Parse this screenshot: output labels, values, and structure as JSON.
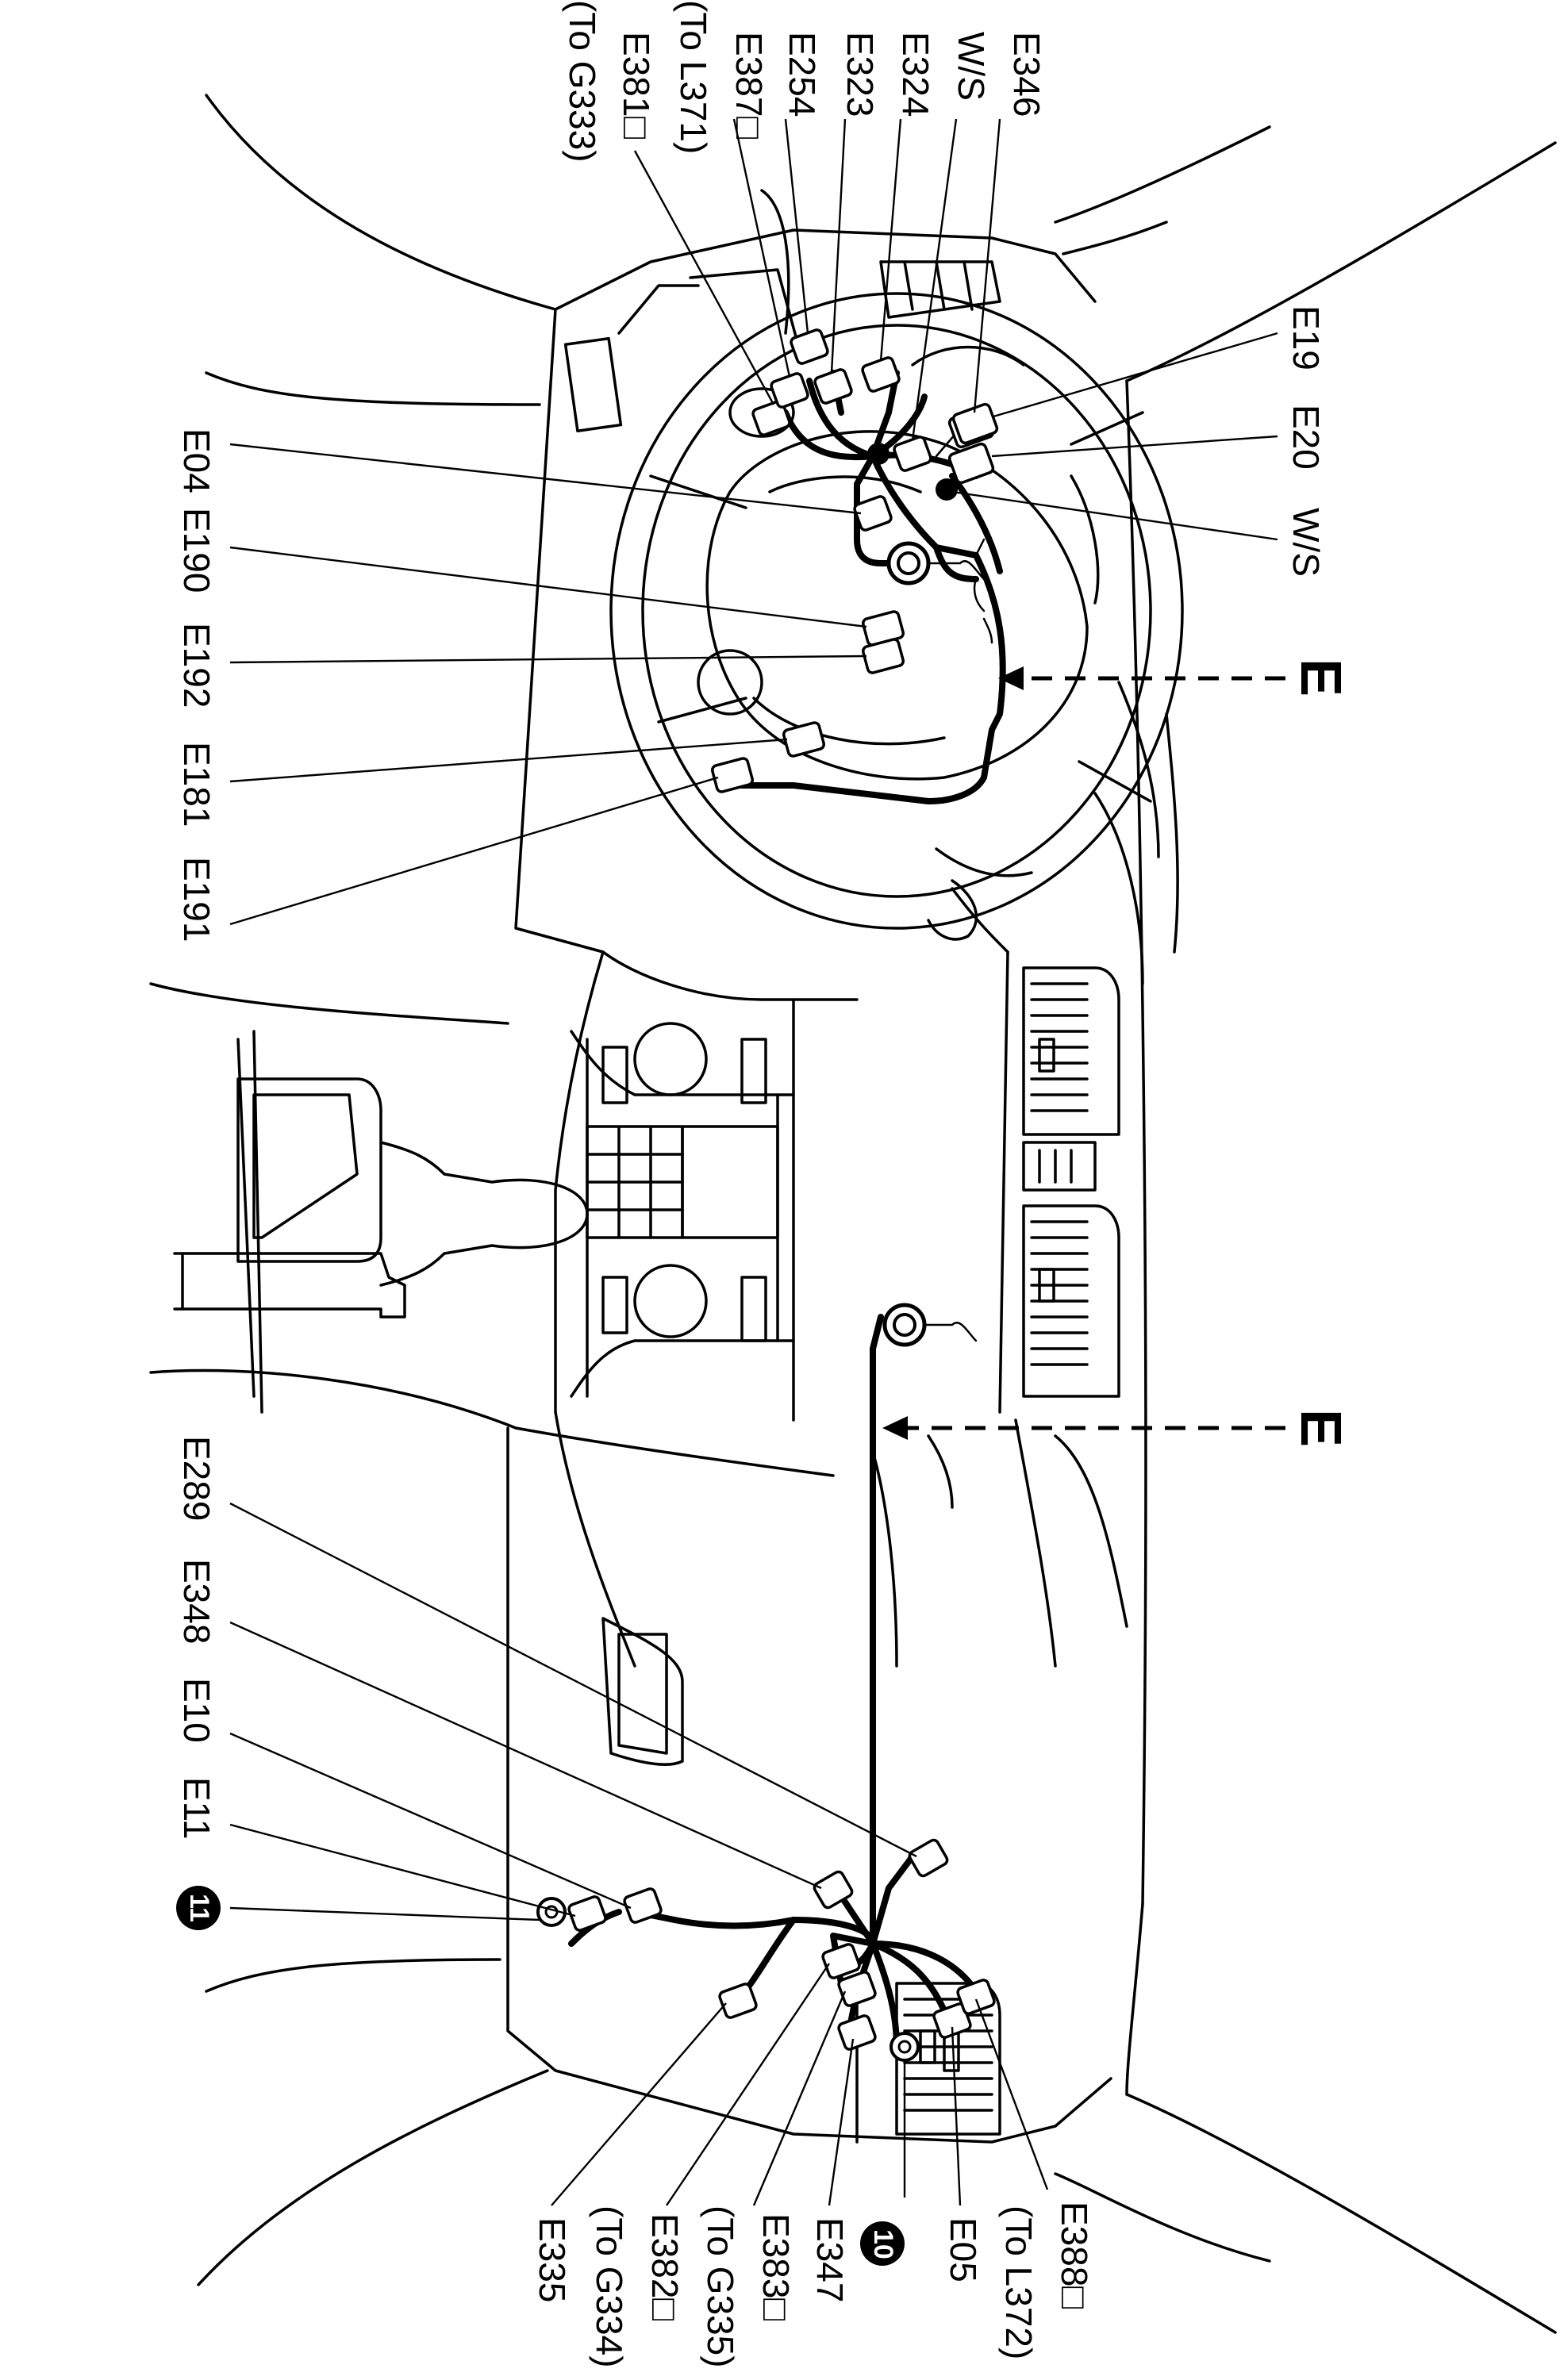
{
  "arrow_label": "E",
  "labels_top": {
    "E346": "E346",
    "WS1": "W/S",
    "E324": "E324",
    "E323": "E323",
    "E254": "E254",
    "E387": "E387□",
    "E387_to": "(To L371)",
    "E381": "E381□",
    "E381_to": "(To G333)"
  },
  "labels_right": {
    "E19": "E19",
    "E20": "E20",
    "WS2": "W/S"
  },
  "labels_left_upper": {
    "E04": "E04",
    "E190": "E190",
    "E192": "E192",
    "E181": "E181",
    "E191": "E191"
  },
  "labels_left_lower": {
    "E289": "E289",
    "E348": "E348",
    "E10": "E10",
    "E11": "E11",
    "N11": "11"
  },
  "labels_bottom": {
    "E388": "E388□",
    "E388_to": "(To L372)",
    "E05": "E05",
    "N10": "10",
    "E347": "E347",
    "E383": "E383□",
    "E383_to": "(To G335)",
    "E382": "E382□",
    "E382_to": "(To G334)",
    "E335": "E335"
  }
}
